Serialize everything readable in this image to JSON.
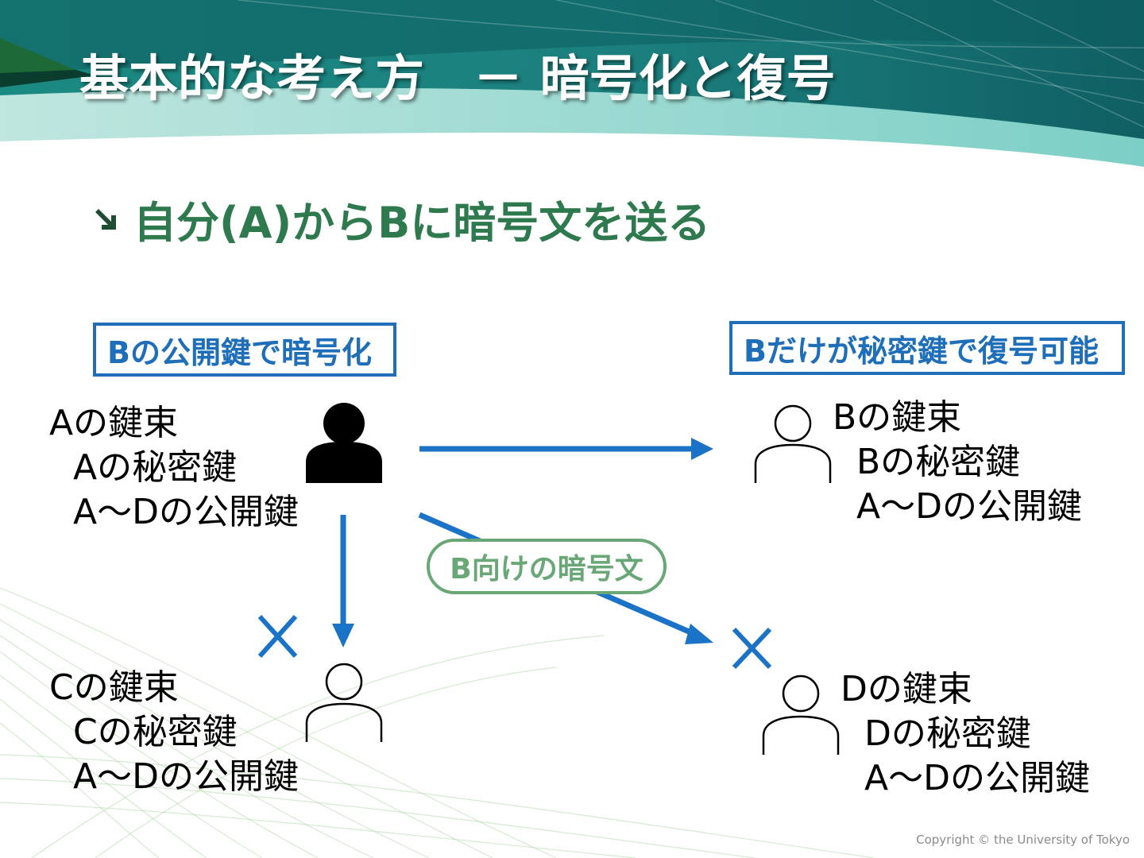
{
  "slide": {
    "title": "基本的な考え方　－ 暗号化と復号",
    "bullet": "自分(A)からBに暗号文を送る",
    "copyright": "Copyright © the University of Tokyo"
  },
  "labels": {
    "encrypt_box": "Bの公開鍵で暗号化",
    "decrypt_box": "Bだけが秘密鍵で復号可能",
    "ciphertext_pill": "B向けの暗号文"
  },
  "keyrings": {
    "a": {
      "title": "Aの鍵束",
      "secret": "Aの秘密鍵",
      "public": "A～Dの公開鍵"
    },
    "b": {
      "title": "Bの鍵束",
      "secret": "Bの秘密鍵",
      "public": "A～Dの公開鍵"
    },
    "c": {
      "title": "Cの鍵束",
      "secret": "Cの秘密鍵",
      "public": "A～Dの公開鍵"
    },
    "d": {
      "title": "Dの鍵束",
      "secret": "Dの秘密鍵",
      "public": "A～Dの公開鍵"
    }
  },
  "icons": {
    "sender": "person-filled-icon",
    "receivers": "person-outline-icon",
    "blocked": "cross-icon",
    "bullet": "arrow-down-right-icon"
  },
  "colors": {
    "arrow": "#1a73c6",
    "box_border": "#1e6eb9",
    "pill": "#6aa777",
    "bullet_text": "#2e7a4e",
    "header": "#1a7f7a"
  }
}
